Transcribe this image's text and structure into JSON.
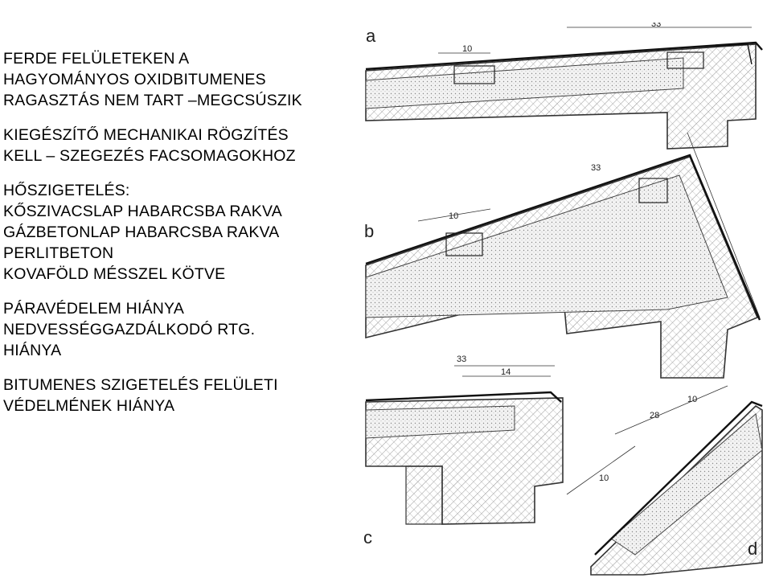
{
  "text_blocks": [
    [
      "FERDE FELÜLETEKEN A",
      "HAGYOMÁNYOS OXIDBITUMENES",
      "RAGASZTÁS NEM TART –MEGCSÚSZIK"
    ],
    [
      "KIEGÉSZÍTŐ MECHANIKAI RÖGZÍTÉS",
      "KELL – SZEGEZÉS FACSOMAGOKHOZ"
    ],
    [
      "HŐSZIGETELÉS:",
      "KŐSZIVACSLAP HABARCSBA RAKVA",
      "GÁZBETONLAP HABARCSBA RAKVA",
      "PERLITBETON",
      "KOVAFÖLD MÉSSZEL KÖTVE"
    ],
    [
      "PÁRAVÉDELEM HIÁNYA",
      "NEDVESSÉGGAZDÁLKODÓ RTG.",
      "HIÁNYA"
    ],
    [
      "BITUMENES SZIGETELÉS FELÜLETI",
      "VÉDELMÉNEK HIÁNYA"
    ]
  ],
  "drawing": {
    "panel_labels": {
      "a": "a",
      "b": "b",
      "c": "c",
      "d": "d"
    },
    "dims": {
      "a_top": "33",
      "a_inner": "10",
      "b_top": "33",
      "b_inner": "10",
      "c_top": "33",
      "c_inner": "14",
      "d_top": "28",
      "d_inner": "10",
      "d_slope": "10"
    }
  }
}
